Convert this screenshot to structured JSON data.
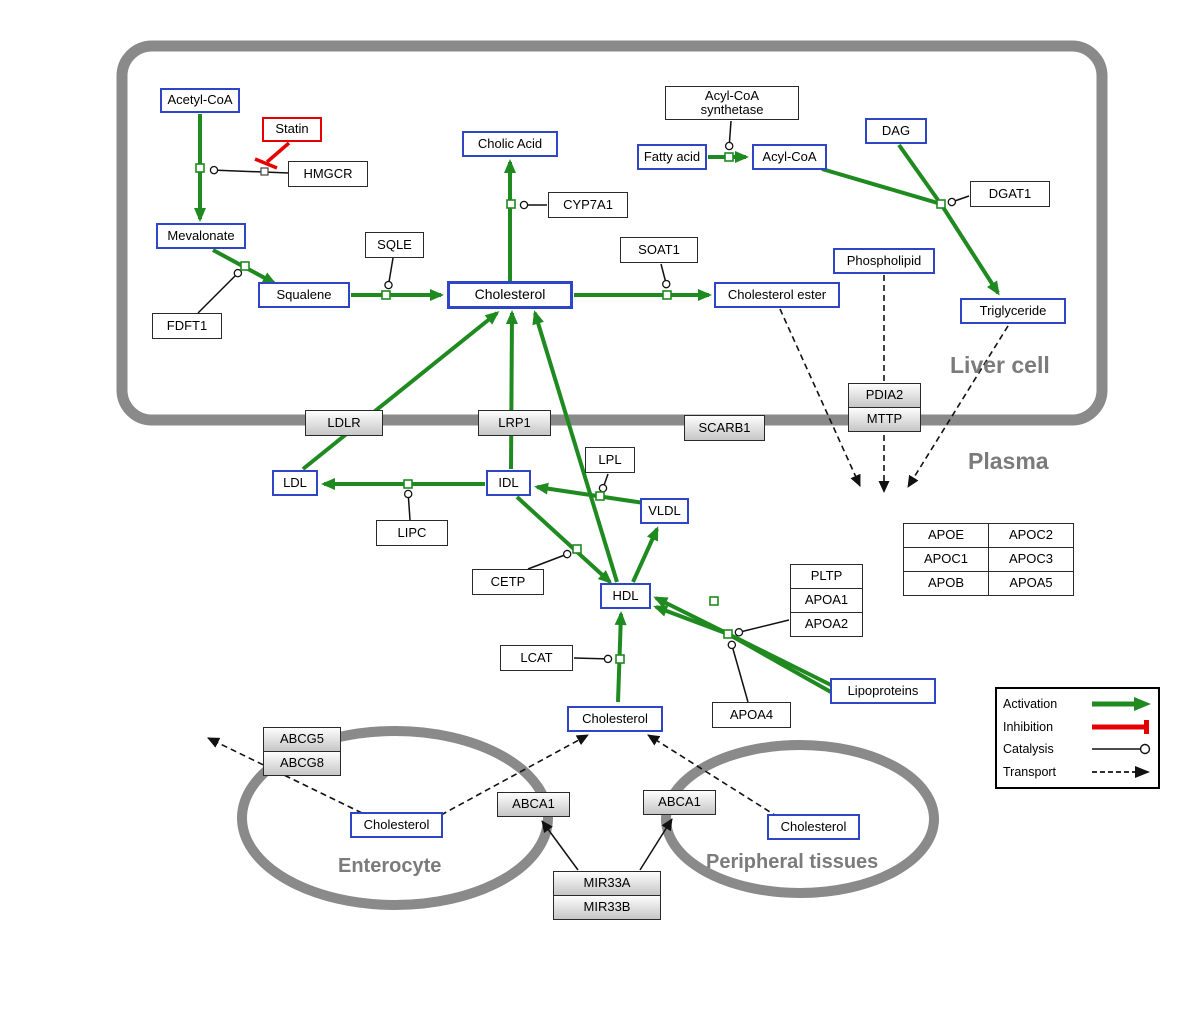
{
  "regions": {
    "liver": "Liver cell",
    "plasma": "Plasma",
    "enterocyte": "Enterocyte",
    "peripheral": "Peripheral tissues"
  },
  "nodes": {
    "acetyl_coa": "Acetyl-CoA",
    "statin": "Statin",
    "hmgcr": "HMGCR",
    "mevalonate": "Mevalonate",
    "fdft1": "FDFT1",
    "squalene": "Squalene",
    "sqle": "SQLE",
    "cholic_acid": "Cholic Acid",
    "cyp7a1": "CYP7A1",
    "cholesterol_liver": "Cholesterol",
    "soat1": "SOAT1",
    "cholesterol_ester": "Cholesterol ester",
    "fatty_acid": "Fatty acid",
    "acyl_coa": "Acyl-CoA",
    "acyl_coa_synthetase": "Acyl-CoA synthetase",
    "dag": "DAG",
    "dgat1": "DGAT1",
    "phospholipid": "Phospholipid",
    "triglyceride": "Triglyceride",
    "pdia2": "PDIA2",
    "mttp": "MTTP",
    "ldlr": "LDLR",
    "lrp1": "LRP1",
    "scarb1": "SCARB1",
    "ldl": "LDL",
    "idl": "IDL",
    "lpl": "LPL",
    "vldl": "VLDL",
    "lipc": "LIPC",
    "cetp": "CETP",
    "hdl": "HDL",
    "pltp": "PLTP",
    "apoa1": "APOA1",
    "apoa2": "APOA2",
    "lcat": "LCAT",
    "lipoproteins": "Lipoproteins",
    "apoa4": "APOA4",
    "cholesterol_plasma": "Cholesterol",
    "abcg5": "ABCG5",
    "abcg8": "ABCG8",
    "abca1_enterocyte": "ABCA1",
    "abca1_peripheral": "ABCA1",
    "cholesterol_enterocyte": "Cholesterol",
    "cholesterol_peripheral": "Cholesterol",
    "mir33a": "MIR33A",
    "mir33b": "MIR33B"
  },
  "apo_table": {
    "cells": [
      [
        "APOE",
        "APOC2"
      ],
      [
        "APOC1",
        "APOC3"
      ],
      [
        "APOB",
        "APOA5"
      ]
    ]
  },
  "legend": {
    "activation": "Activation",
    "inhibition": "Inhibition",
    "catalysis": "Catalysis",
    "transport": "Transport"
  },
  "colors": {
    "activation": "#1f8a1f",
    "inhibition": "#e60000",
    "metabolite_border": "#2f45c8",
    "membrane": "#8a8a8a"
  }
}
